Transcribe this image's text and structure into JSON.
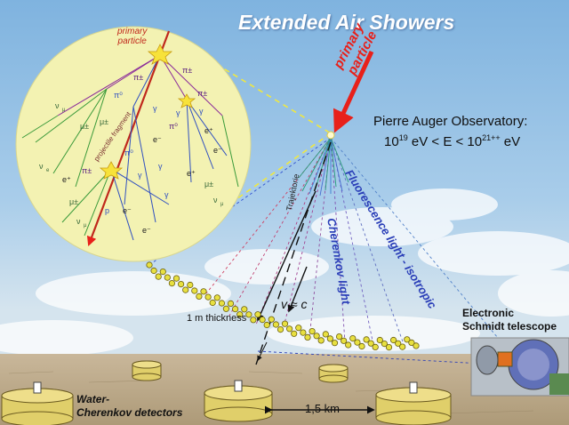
{
  "title": "Extended Air Showers",
  "observatory": {
    "name": "Pierre Auger Observatory:",
    "energy_prefix": "10",
    "energy_exp_low": "19",
    "energy_mid": " eV < E < 10",
    "energy_exp_high": "21++",
    "energy_suffix": " eV"
  },
  "primary_particle_arrow": {
    "line1": "primary",
    "line2": "particle"
  },
  "inset": {
    "primary_particle": {
      "line1": "primary",
      "line2": "particle"
    },
    "projectile_fragment": "projectile fragment",
    "particle_labels": [
      "π±",
      "π±",
      "π±",
      "π±",
      "π⁰",
      "π⁰",
      "π⁰",
      "γ",
      "γ",
      "γ",
      "γ",
      "γ",
      "γ",
      "γ",
      "γ",
      "γ",
      "e⁺",
      "e⁻",
      "e⁺",
      "e⁻",
      "e⁻",
      "e⁺",
      "e⁻",
      "e⁻",
      "μ±",
      "μ±",
      "μ±",
      "νμ",
      "νμ",
      "νμ",
      "νe",
      "νe",
      "e⁺",
      "p"
    ]
  },
  "labels": {
    "fluorescence": "Fluorescence light - isotropic",
    "cherenkov_light": "Cherenkov light",
    "trajectory": "Trajektorie",
    "speed": "v ≈ c",
    "thickness": "1 m  thickness",
    "telescope_line1": "Electronic",
    "telescope_line2": "Schmidt telescope",
    "detectors_line1": "Water-",
    "detectors_line2": "Cherenkov detectors",
    "distance": "1,5 km"
  },
  "colors": {
    "title": "#ffffff",
    "primary_arrow": "#e8201a",
    "blue_labels": "#2b3fb8",
    "inset_fill": "#f3f2b2",
    "tank_fill": "#e0cf6a",
    "shower_front": "#e8e040"
  }
}
